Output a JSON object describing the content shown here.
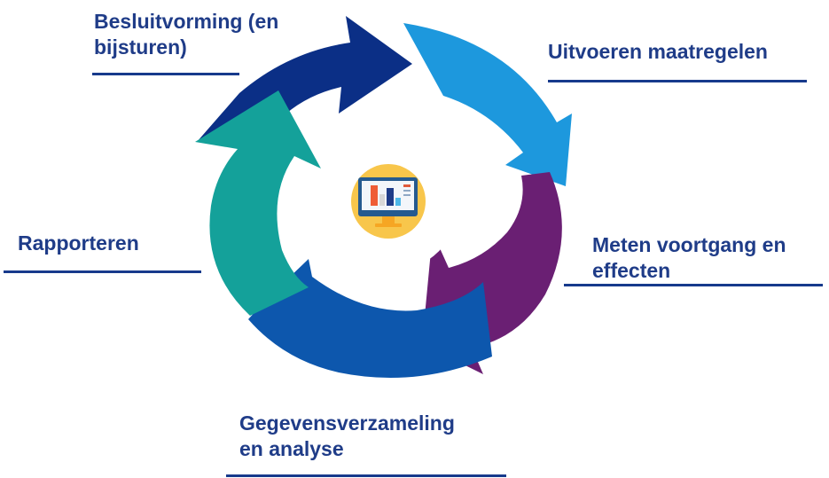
{
  "stages": [
    {
      "id": "besluitvorming",
      "label": "Besluitvorming (en\nbijsturen)",
      "color": "#0b2f86"
    },
    {
      "id": "uitvoeren",
      "label": "Uitvoeren maatregelen",
      "color": "#1d98dd"
    },
    {
      "id": "meten",
      "label": "Meten voortgang en\neffecten",
      "color": "#6a1f73"
    },
    {
      "id": "gegevens",
      "label": "Gegevensverzameling\nen analyse",
      "color": "#0d57ad"
    },
    {
      "id": "rapporteren",
      "label": "Rapporteren",
      "color": "#14a19a"
    }
  ],
  "center_icon": "dashboard-monitor-icon",
  "colors": {
    "text": "#1f3c88",
    "rule": "#173a8c",
    "center_badge": "#f8c64b"
  }
}
